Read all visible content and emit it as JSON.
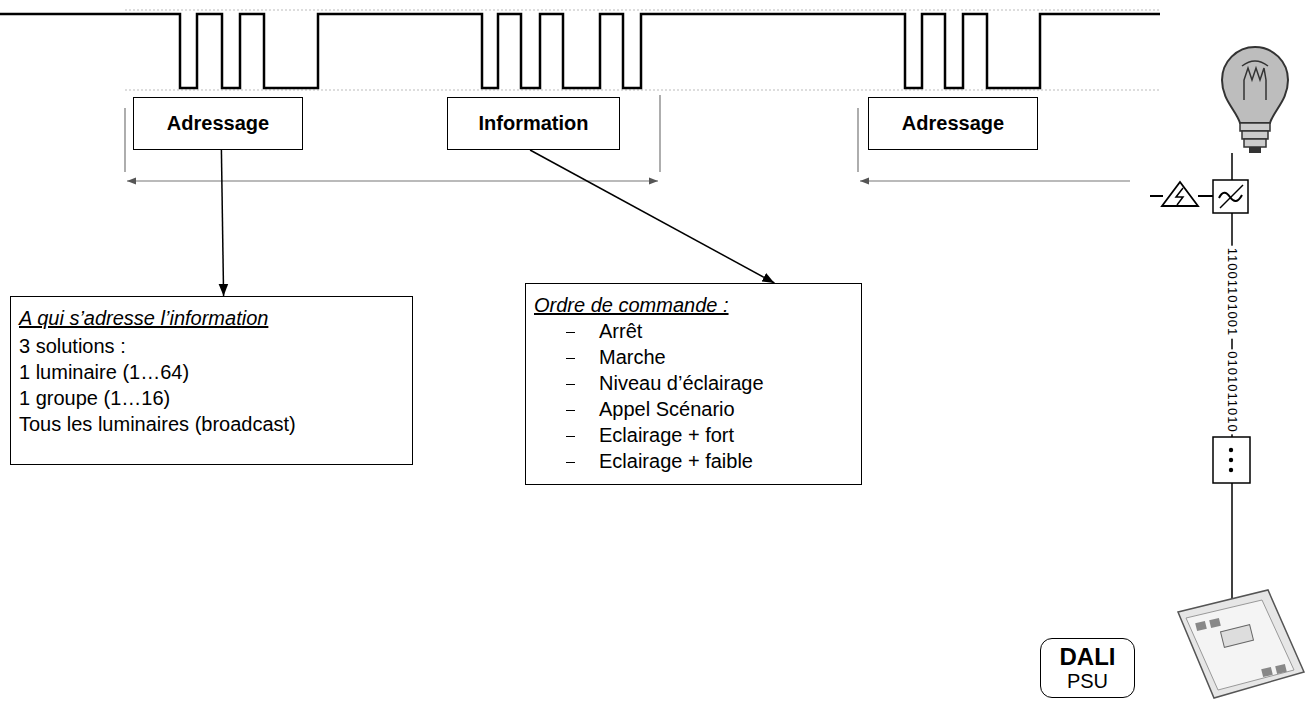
{
  "diagram": {
    "nodes": [
      {
        "text": [
          "Adressage"
        ]
      },
      {
        "text": [
          "Information"
        ]
      },
      {
        "text": [
          "Adressage"
        ]
      },
      {
        "text": [
          "A qui s’adresse l’information",
          "3 solutions :",
          "1 luminaire (1…64)",
          "1 groupe (1…16)",
          "Tous les luminaires (broadcast)"
        ]
      },
      {
        "text": [
          "Ordre de commande :",
          "Arrêt",
          "Marche",
          "Niveau d’éclairage",
          "Appel Scénario",
          "Eclairage + fort",
          "Eclairage + faible"
        ]
      },
      {
        "text": [
          "DALI",
          "PSU"
        ]
      }
    ],
    "edges": [
      {
        "from": 0,
        "to": 3,
        "arrow": "to"
      },
      {
        "from": 1,
        "to": 4,
        "arrow": "to"
      }
    ],
    "labels": [
      "11001101001",
      "0101011010"
    ]
  }
}
